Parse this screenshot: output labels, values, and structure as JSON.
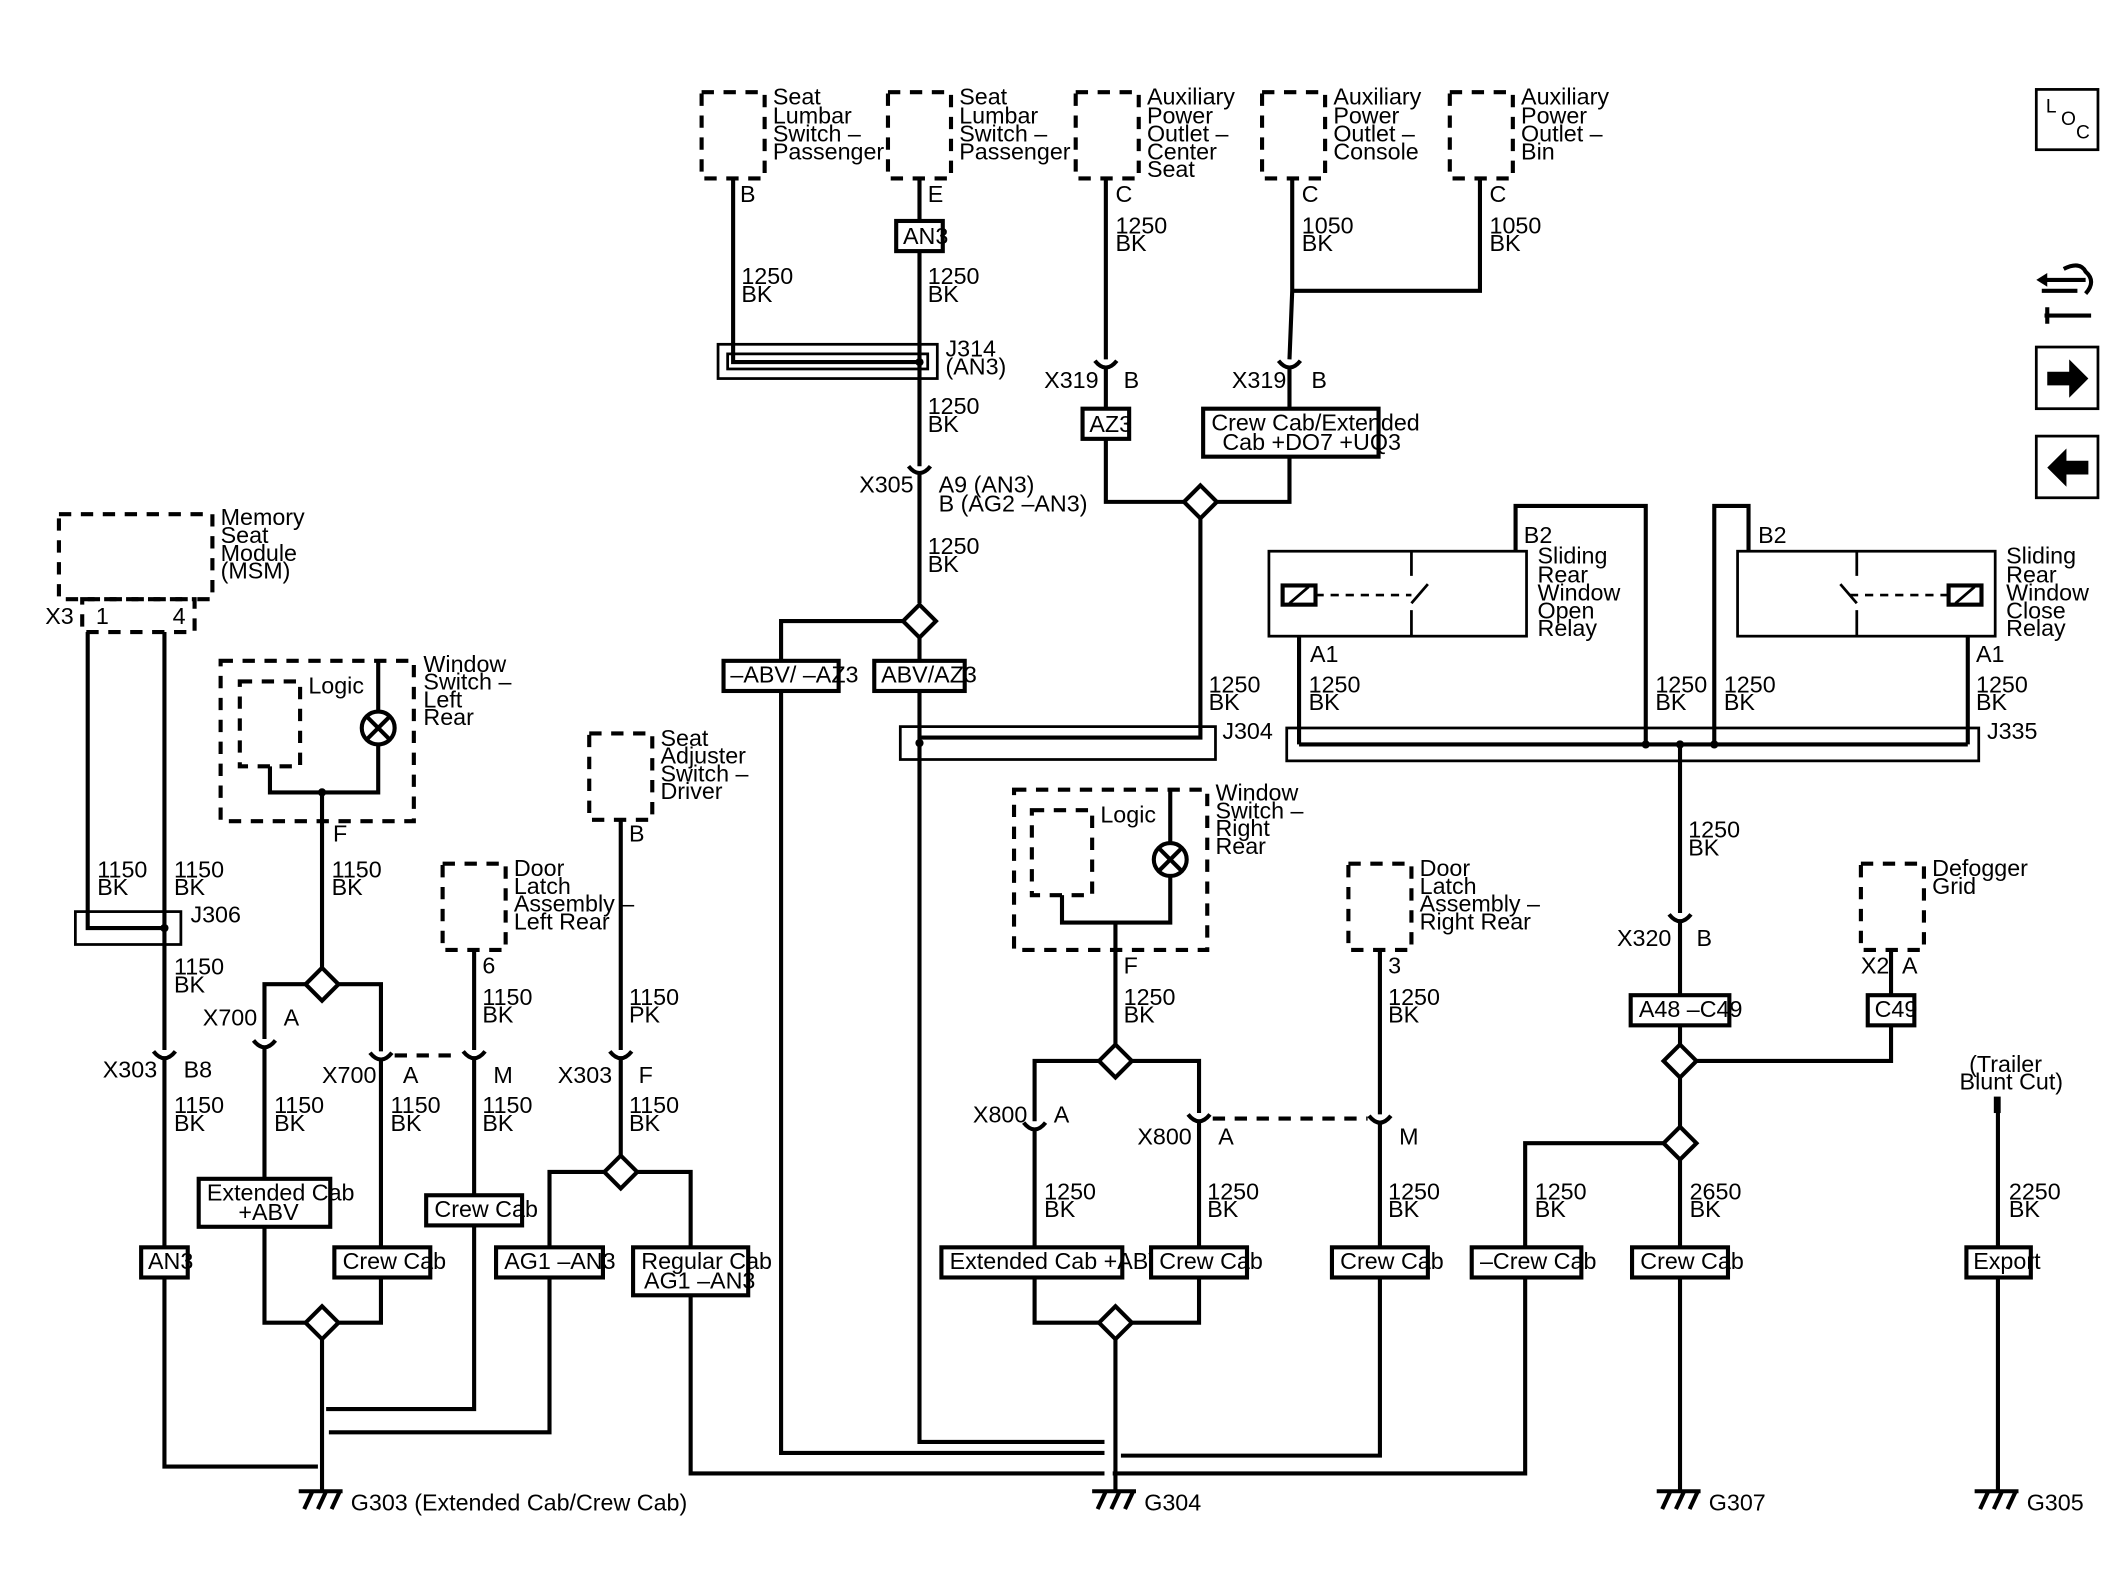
{
  "components": {
    "seat_lumbar_1": [
      "Seat",
      "Lumbar",
      "Switch –",
      "Passenger"
    ],
    "seat_lumbar_2": [
      "Seat",
      "Lumbar",
      "Switch –",
      "Passenger"
    ],
    "aux_center": [
      "Auxiliary",
      "Power",
      "Outlet –",
      "Center",
      "Seat"
    ],
    "aux_console": [
      "Auxiliary",
      "Power",
      "Outlet –",
      "Console"
    ],
    "aux_bin": [
      "Auxiliary",
      "Power",
      "Outlet –",
      "Bin"
    ],
    "msm": [
      "Memory",
      "Seat",
      "Module",
      "(MSM)"
    ],
    "window_lr": [
      "Window",
      "Switch –",
      "Left",
      "Rear"
    ],
    "window_rr": [
      "Window",
      "Switch –",
      "Right",
      "Rear"
    ],
    "seat_adjuster": [
      "Seat",
      "Adjuster",
      "Switch –",
      "Driver"
    ],
    "door_latch_lr": [
      "Door",
      "Latch",
      "Assembly –",
      "Left Rear"
    ],
    "door_latch_rr": [
      "Door",
      "Latch",
      "Assembly –",
      "Right Rear"
    ],
    "relay_open": [
      "Sliding",
      "Rear",
      "Window",
      "Open",
      "Relay"
    ],
    "relay_close": [
      "Sliding",
      "Rear",
      "Window",
      "Close",
      "Relay"
    ],
    "defogger": [
      "Defogger",
      "Grid"
    ],
    "trailer": [
      "(Trailer",
      "Blunt Cut)"
    ],
    "logic": "Logic"
  },
  "pins": {
    "b": "B",
    "e": "E",
    "c": "C",
    "one": "1",
    "four": "4",
    "f": "F",
    "six": "6",
    "three": "3",
    "a": "A",
    "m": "M",
    "b8": "B8",
    "b2": "B2",
    "a1": "A1",
    "x3": "X3",
    "x2": "X2"
  },
  "wires": {
    "w1250bk": [
      "1250",
      "BK"
    ],
    "w1050bk": [
      "1050",
      "BK"
    ],
    "w1150bk": [
      "1150",
      "BK"
    ],
    "w1150pk": [
      "1150",
      "PK"
    ],
    "w2650bk": [
      "2650",
      "BK"
    ],
    "w2250bk": [
      "2250",
      "BK"
    ]
  },
  "connectors": {
    "x305": "X305",
    "x305_pins": [
      "A9 (AN3)",
      "B (AG2 –AN3)"
    ],
    "x319": "X319",
    "x303": "X303",
    "x700": "X700",
    "x800": "X800",
    "x320": "X320",
    "j314": [
      "J314",
      "(AN3)"
    ],
    "j304": "J304",
    "j335": "J335",
    "j306": "J306"
  },
  "options": {
    "an3": "AN3",
    "az3": "AZ3",
    "crew_ext": [
      "Crew Cab/Extended",
      "Cab +DO7 +UQ3"
    ],
    "not_abv_az3": "–ABV/ –AZ3",
    "abv_az3": "ABV/AZ3",
    "ext_cab_abv_2": [
      "Extended Cab",
      "+ABV"
    ],
    "ext_cab_abv": "Extended Cab +ABV",
    "crew_cab": "Crew Cab",
    "not_crew_cab": "–Crew Cab",
    "ag1_an3": "AG1 –AN3",
    "regular_cab": [
      "Regular Cab",
      "AG1 –AN3"
    ],
    "a48_c49": "A48 –C49",
    "c49": "C49",
    "export": "Export"
  },
  "grounds": {
    "g303": "G303 (Extended Cab/Crew Cab)",
    "g304": "G304",
    "g307": "G307",
    "g305": "G305"
  },
  "nav": {
    "loc": [
      "L",
      "O",
      "C"
    ],
    "next_icon": "right-arrow-icon",
    "prev_icon": "left-arrow-icon",
    "harness_icon": "harness-connector-icon"
  }
}
